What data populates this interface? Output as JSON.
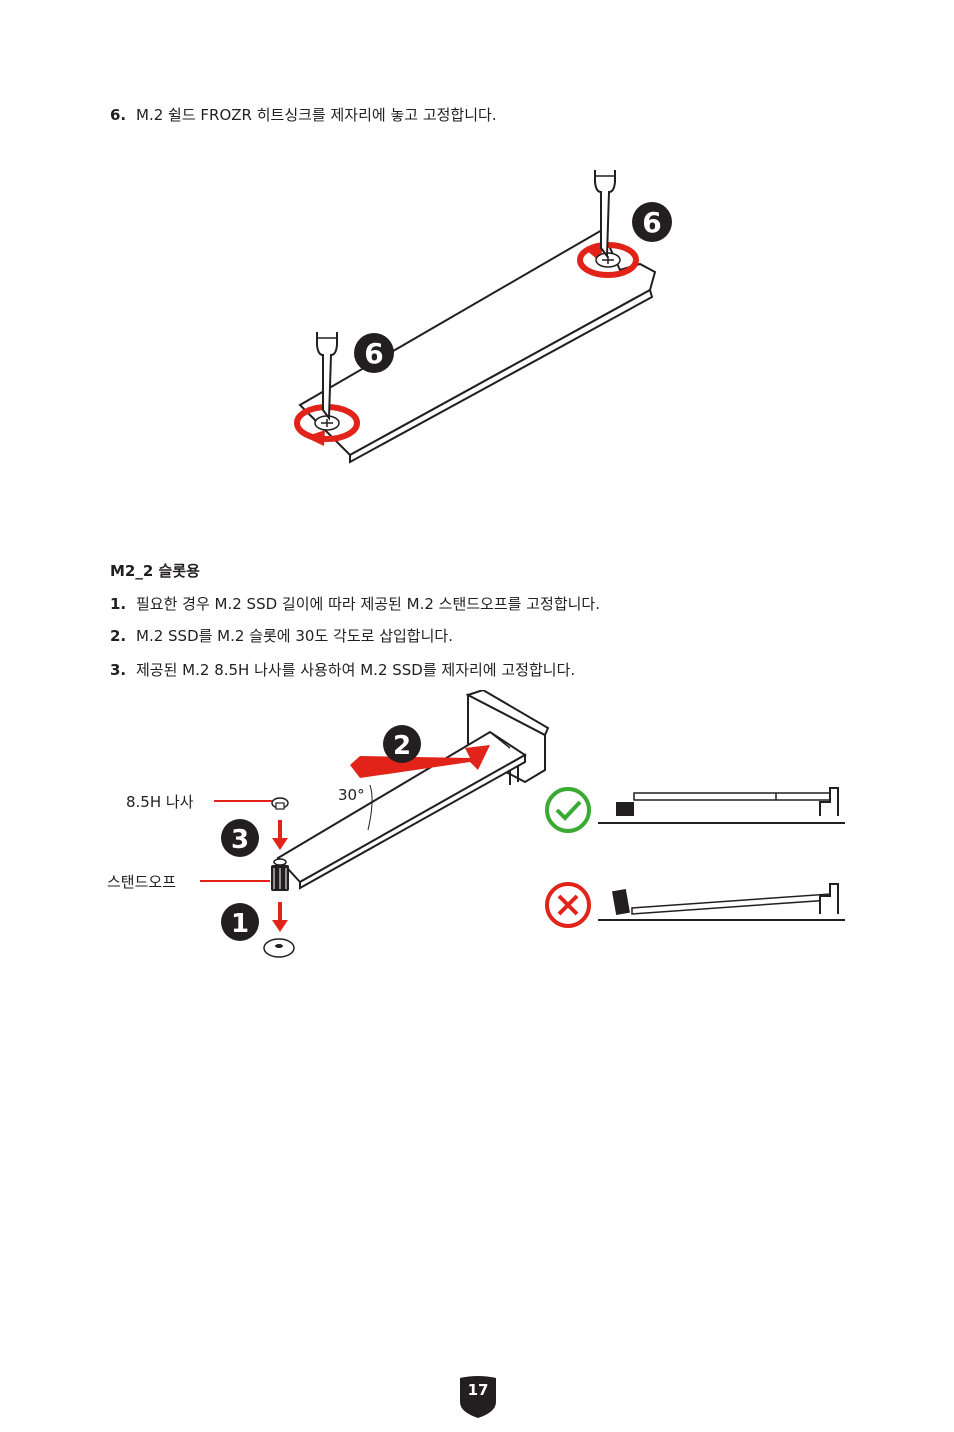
{
  "step6": {
    "num": "6.",
    "text": "M.2 쉴드 FROZR 히트싱크를 제자리에 놓고 고정합니다."
  },
  "section": {
    "heading": "M2_2 슬롯용",
    "steps": [
      {
        "num": "1.",
        "text": "필요한 경우 M.2 SSD 길이에 따라 제공된 M.2 스탠드오프를 고정합니다."
      },
      {
        "num": "2.",
        "text": "M.2 SSD를 M.2 슬롯에 30도 각도로 삽입합니다."
      },
      {
        "num": "3.",
        "text": "제공된 M.2 8.5H 나사를 사용하여 M.2 SSD를 제자리에 고정합니다."
      }
    ]
  },
  "figure1": {
    "badge_top": "6",
    "badge_bottom": "6"
  },
  "figure2": {
    "screw_label": "8.5H 나사",
    "standoff_label": "스탠드오프",
    "angle_label": "30°",
    "badge_1": "1",
    "badge_2": "2",
    "badge_3": "3"
  },
  "page": {
    "number": "17"
  },
  "colors": {
    "accent_red": "#e2231a",
    "ok_green": "#3aaa35",
    "badge_black": "#231f20"
  }
}
